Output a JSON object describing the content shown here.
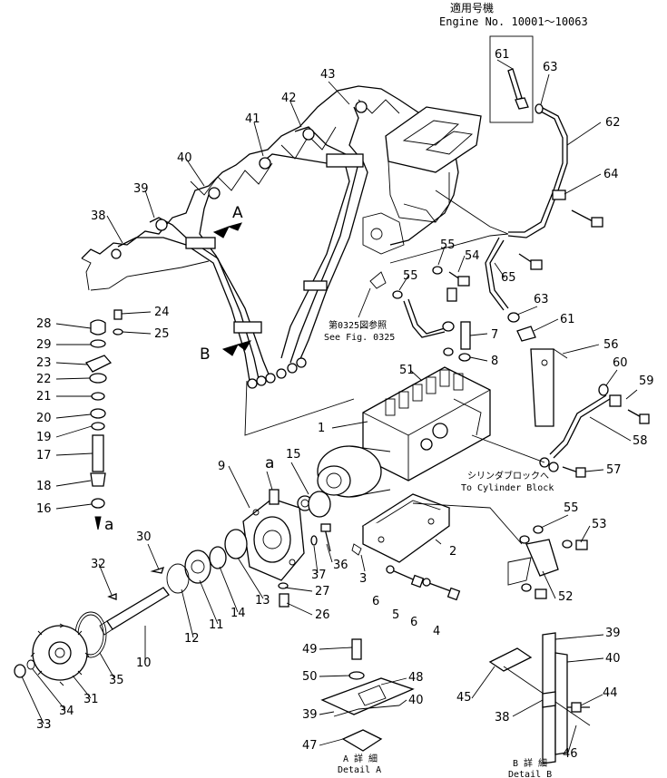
{
  "header": {
    "applicable_label": "適用号機",
    "engine_range": "Engine No. 10001～10063"
  },
  "refs": {
    "see_fig_jp": "第0325図参照",
    "see_fig_en": "See Fig. 0325",
    "to_block_jp": "シリンダブロックへ",
    "to_block_en": "To Cylinder Block"
  },
  "details": {
    "a_jp": "A 詳 細",
    "a_en": "Detail A",
    "b_jp": "B 詳 細",
    "b_en": "Detail B"
  },
  "markers": {
    "A": "A",
    "B": "B",
    "a_top": "a",
    "a_bottom": "a"
  },
  "callouts": [
    "1",
    "2",
    "3",
    "4",
    "5",
    "6",
    "7",
    "8",
    "9",
    "10",
    "11",
    "12",
    "13",
    "14",
    "15",
    "16",
    "17",
    "18",
    "19",
    "20",
    "21",
    "22",
    "23",
    "24",
    "25",
    "26",
    "27",
    "28",
    "29",
    "30",
    "31",
    "32",
    "33",
    "34",
    "35",
    "36",
    "37",
    "38",
    "39",
    "40",
    "41",
    "42",
    "43",
    "44",
    "45",
    "46",
    "47",
    "48",
    "49",
    "50",
    "51",
    "52",
    "53",
    "54",
    "55",
    "56",
    "57",
    "58",
    "59",
    "60",
    "61",
    "62",
    "63",
    "64",
    "65"
  ]
}
